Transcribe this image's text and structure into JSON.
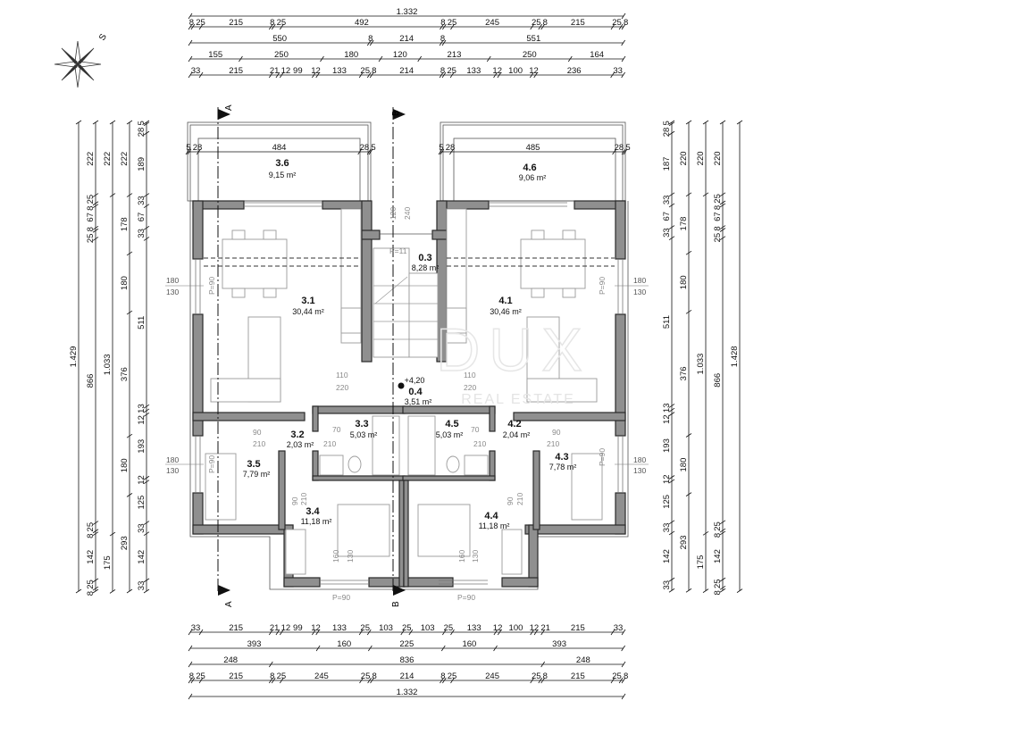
{
  "compass": {
    "label": "S"
  },
  "sections": {
    "a": "A",
    "b": "B"
  },
  "watermark": {
    "brand": "DUX",
    "sub": "REAL ESTATE"
  },
  "dimensions": {
    "top": [
      [
        "1.332"
      ],
      [
        "8",
        "25",
        "215",
        "8",
        "25",
        "492",
        "8",
        "25",
        "245",
        "25",
        "8",
        "215",
        "25",
        "8"
      ],
      [
        "550",
        "8",
        "214",
        "8",
        "551"
      ],
      [
        "155",
        "250",
        "180",
        "120",
        "213",
        "250",
        "164"
      ],
      [
        "33",
        "215",
        "21",
        "12",
        "99",
        "12",
        "133",
        "25",
        "8",
        "214",
        "8",
        "25",
        "133",
        "12",
        "100",
        "12",
        "236",
        "33"
      ]
    ],
    "bottom": [
      [
        "33",
        "215",
        "21",
        "12",
        "99",
        "12",
        "133",
        "25",
        "103",
        "25",
        "103",
        "25",
        "133",
        "12",
        "100",
        "12",
        "21",
        "215",
        "33"
      ],
      [
        "393",
        "160",
        "225",
        "160",
        "393"
      ],
      [
        "248",
        "836",
        "248"
      ],
      [
        "8",
        "25",
        "215",
        "8",
        "25",
        "245",
        "25",
        "8",
        "214",
        "8",
        "25",
        "245",
        "25",
        "8",
        "215",
        "25",
        "8"
      ],
      [
        "1.332"
      ]
    ],
    "left": [
      [
        "1.429"
      ],
      [
        "222",
        "25",
        "8",
        "67",
        "8",
        "25",
        "866",
        "25",
        "8",
        "142",
        "25",
        "8"
      ],
      [
        "222",
        "1.033",
        "175"
      ],
      [
        "222",
        "178",
        "180",
        "376",
        "180",
        "293"
      ],
      [
        "5",
        "28",
        "189",
        "33",
        "67",
        "33",
        "511",
        "13",
        "12",
        "193",
        "12",
        "125",
        "33",
        "142",
        "33"
      ]
    ],
    "right": [
      [
        "5",
        "28",
        "187",
        "33",
        "67",
        "33",
        "511",
        "13",
        "12",
        "193",
        "12",
        "125",
        "33",
        "142",
        "33"
      ],
      [
        "220",
        "178",
        "180",
        "376",
        "180",
        "293"
      ],
      [
        "220",
        "1.033",
        "175"
      ],
      [
        "220",
        "25",
        "8",
        "67",
        "8",
        "25",
        "866",
        "25",
        "8",
        "142",
        "25",
        "8"
      ],
      [
        "1.428"
      ]
    ],
    "balcony_left": [
      "5",
      "28",
      "484",
      "28",
      "5"
    ],
    "balcony_right": [
      "5",
      "28",
      "485",
      "28",
      "5"
    ]
  },
  "rooms": [
    {
      "id": "3.6",
      "area": "9,15 m²"
    },
    {
      "id": "3.1",
      "area": "30,44 m²"
    },
    {
      "id": "0.3",
      "area": "8,28 m²"
    },
    {
      "id": "4.6",
      "area": "9,06 m²"
    },
    {
      "id": "4.1",
      "area": "30,46 m²"
    },
    {
      "id": "0.4",
      "area": "3,51 m²"
    },
    {
      "id": "3.3",
      "area": "5,03 m²"
    },
    {
      "id": "4.5",
      "area": "5,03 m²"
    },
    {
      "id": "3.2",
      "area": "2,03 m²"
    },
    {
      "id": "4.2",
      "area": "2,04 m²"
    },
    {
      "id": "3.5",
      "area": "7,79 m²"
    },
    {
      "id": "4.3",
      "area": "7,78 m²"
    },
    {
      "id": "3.4",
      "area": "11,18 m²"
    },
    {
      "id": "4.4",
      "area": "11,18 m²"
    }
  ],
  "annotations": {
    "win_w": "180",
    "win_h": "130",
    "parapet": "P=90",
    "door_w110": "110",
    "door_h220": "220",
    "door_w90": "90",
    "door_w70": "70",
    "door_h210": "210",
    "core_w": "120",
    "core_h": "240",
    "stair_p": "P=11",
    "level": "+4,20",
    "bed_w": "160",
    "bed_h": "130"
  }
}
